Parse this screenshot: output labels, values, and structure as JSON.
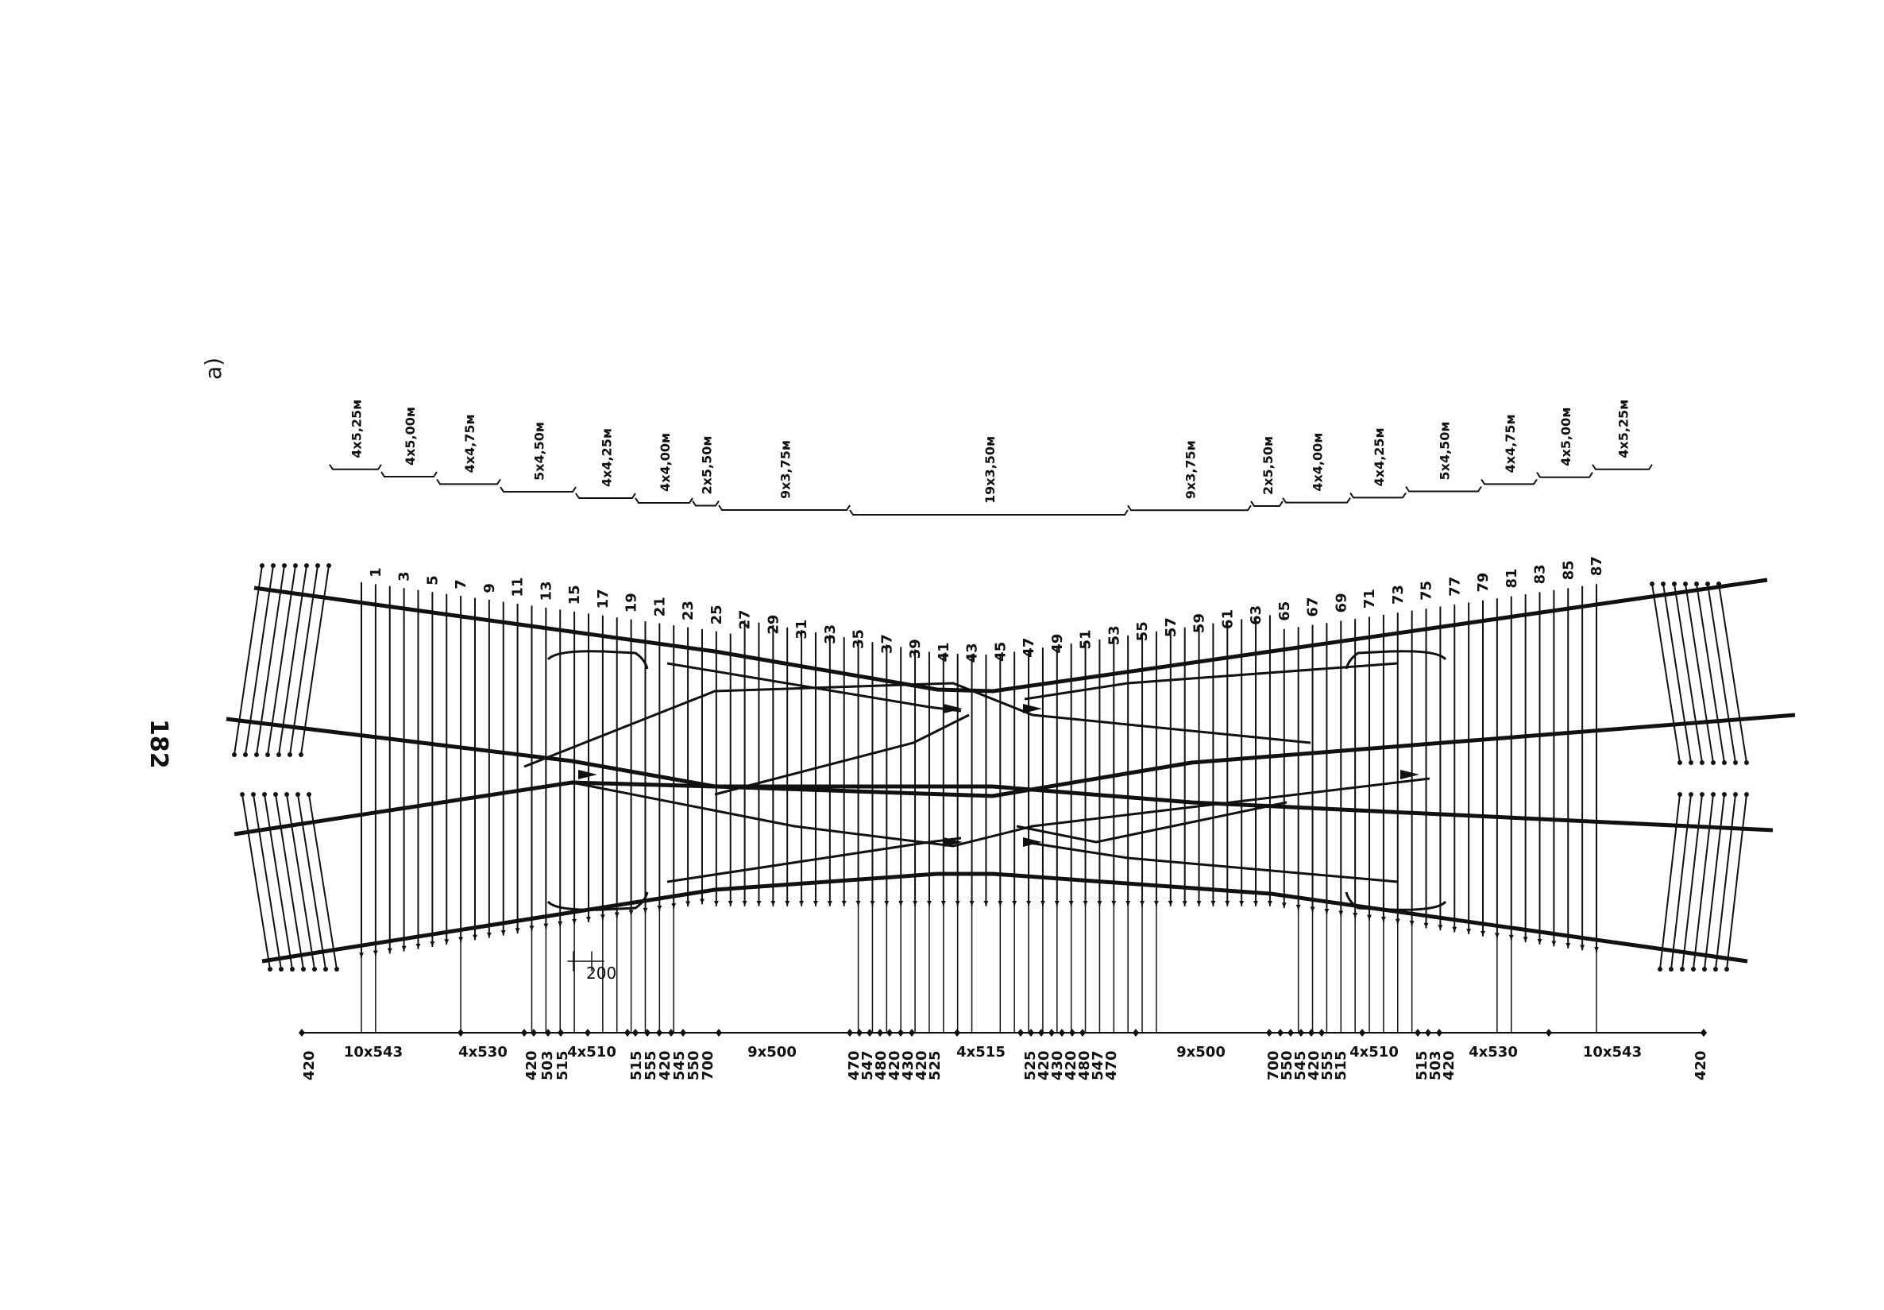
{
  "page_number": "182",
  "figure_label": "а)",
  "length_groups": [
    "4x5,25м",
    "4x5,00м",
    "4x4,75м",
    "5x4,50м",
    "4x4,25м",
    "4x4,00м",
    "2x5,50м",
    "9x3,75м",
    "19x3,50м",
    "9x3,75м",
    "2x5,50м",
    "4x4,00м",
    "4x4,25м",
    "5x4,50м",
    "4x4,75м",
    "4x5,00м",
    "4x5,25м"
  ],
  "sleeper_numbers": [
    "1",
    "3",
    "5",
    "7",
    "9",
    "11",
    "13",
    "15",
    "17",
    "19",
    "21",
    "23",
    "25",
    "27",
    "29",
    "31",
    "33",
    "35",
    "37",
    "39",
    "41",
    "43",
    "45",
    "47",
    "49",
    "51",
    "53",
    "55",
    "57",
    "59",
    "61",
    "63",
    "65",
    "67",
    "69",
    "71",
    "73",
    "75",
    "77",
    "79",
    "81",
    "83",
    "85",
    "87"
  ],
  "spacing_labels": [
    "420",
    "10x543",
    "4x530",
    "420",
    "503",
    "515",
    "4x510",
    "515",
    "555",
    "420",
    "545",
    "550",
    "700",
    "9x500",
    "470",
    "547",
    "480",
    "420",
    "430",
    "420",
    "525",
    "4x515",
    "525",
    "420",
    "430",
    "420",
    "480",
    "547",
    "470",
    "9x500",
    "700",
    "550",
    "545",
    "420",
    "555",
    "515",
    "4x510",
    "515",
    "503",
    "420",
    "4x530",
    "10x543",
    "420"
  ],
  "dimension_note": "200",
  "colors": {
    "ink": "#111111",
    "paper": "#ffffff"
  }
}
